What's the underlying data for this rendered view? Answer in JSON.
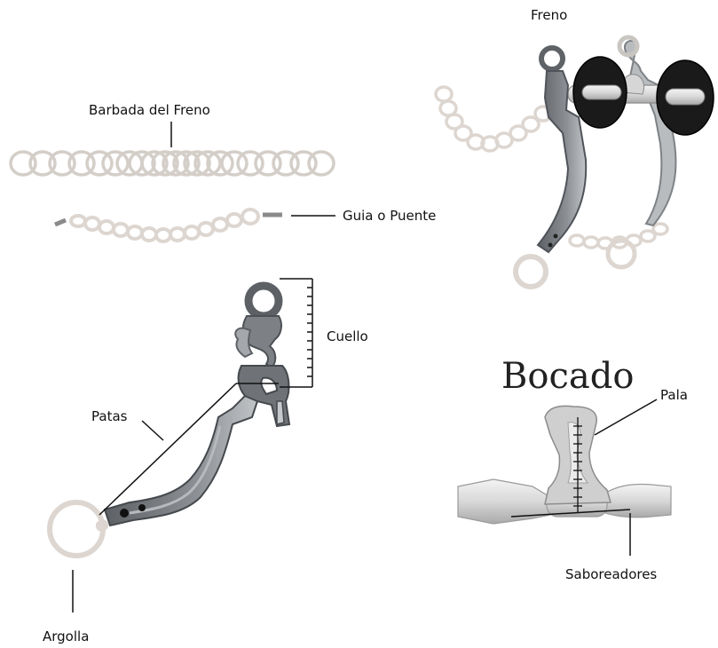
{
  "labels": {
    "freno": "Freno",
    "barbada": "Barbada del Freno",
    "guia": "Guia o Puente",
    "cuello": "Cuello",
    "patas": "Patas",
    "argolla": "Argolla",
    "bocado": "Bocado",
    "pala": "Pala",
    "saboreadores": "Saboreadores"
  },
  "colors": {
    "ring": "#d6d0ca",
    "metal_dark": "#6c7074",
    "metal_mid": "#9ea2a6",
    "metal_light": "#c9cccf",
    "rubber": "#1b1b1b",
    "line": "#111111"
  }
}
